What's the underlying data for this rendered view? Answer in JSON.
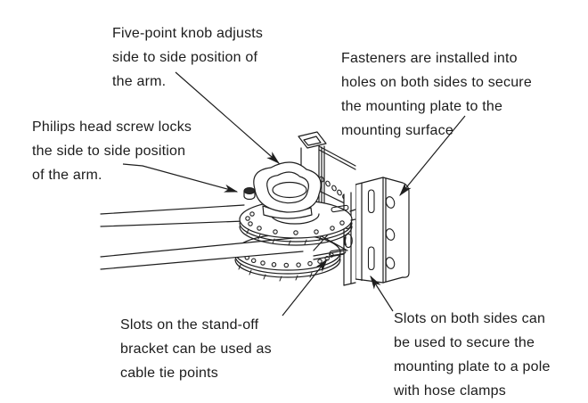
{
  "page": {
    "background": "#ffffff",
    "line_color": "#1e1e1e",
    "text_color": "#1c1c1c"
  },
  "annotations": [
    {
      "id": "five-point-knob-note",
      "lines": [
        "Five-point knob adjusts",
        "side to side position of",
        "the arm."
      ]
    },
    {
      "id": "fasteners-note",
      "lines": [
        "Fasteners are installed into",
        "holes on both sides to secure",
        "the mounting plate to the",
        "mounting surface"
      ]
    },
    {
      "id": "philips-screw-note",
      "lines": [
        "Philips head screw locks",
        "the side to side position",
        "of the arm."
      ]
    },
    {
      "id": "standoff-slots-note",
      "lines": [
        "Slots on the stand-off",
        "bracket can be used as",
        "cable tie points"
      ]
    },
    {
      "id": "pole-slots-note",
      "lines": [
        "Slots on both sides can",
        "be used to secure the",
        "mounting plate to a pole",
        "with hose clamps"
      ]
    }
  ],
  "diagram": {
    "parts": [
      "five-point-knob",
      "philips-head-screw",
      "adjustment-arm-tubes",
      "top-flange",
      "lower-flange",
      "stand-off-bracket",
      "mounting-plate",
      "mounting-plate-slots",
      "mounting-plate-holes",
      "cable-tie-slots"
    ]
  }
}
